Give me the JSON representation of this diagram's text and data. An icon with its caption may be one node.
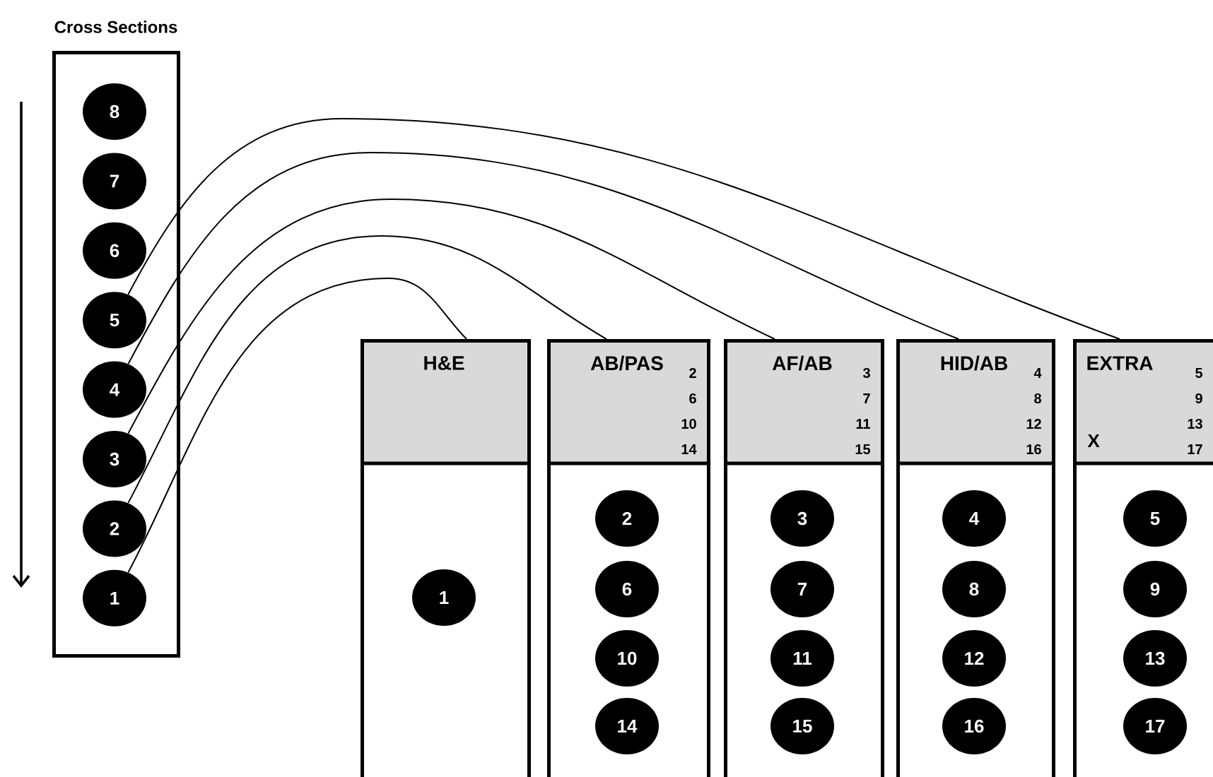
{
  "diagram": {
    "nodes": [
      {
        "text": [
          "Cross Sections"
        ]
      },
      {
        "text": [
          "8"
        ],
        "in": 0
      },
      {
        "text": [
          "7"
        ],
        "in": 0
      },
      {
        "text": [
          "6"
        ],
        "in": 0
      },
      {
        "text": [
          "5"
        ],
        "in": 0
      },
      {
        "text": [
          "4"
        ],
        "in": 0
      },
      {
        "text": [
          "3"
        ],
        "in": 0
      },
      {
        "text": [
          "2"
        ],
        "in": 0
      },
      {
        "text": [
          "1"
        ],
        "in": 0
      },
      {
        "text": [
          "H&E"
        ]
      },
      {
        "text": [
          "1"
        ],
        "in": 9
      },
      {
        "text": [
          "AB/PAS",
          "2",
          "6",
          "10",
          "14"
        ]
      },
      {
        "text": [
          "2"
        ],
        "in": 11
      },
      {
        "text": [
          "6"
        ],
        "in": 11
      },
      {
        "text": [
          "10"
        ],
        "in": 11
      },
      {
        "text": [
          "14"
        ],
        "in": 11
      },
      {
        "text": [
          "AF/AB",
          "3",
          "7",
          "11",
          "15"
        ]
      },
      {
        "text": [
          "3"
        ],
        "in": 16
      },
      {
        "text": [
          "7"
        ],
        "in": 16
      },
      {
        "text": [
          "11"
        ],
        "in": 16
      },
      {
        "text": [
          "15"
        ],
        "in": 16
      },
      {
        "text": [
          "HID/AB",
          "4",
          "8",
          "12",
          "16"
        ]
      },
      {
        "text": [
          "4"
        ],
        "in": 21
      },
      {
        "text": [
          "8"
        ],
        "in": 21
      },
      {
        "text": [
          "12"
        ],
        "in": 21
      },
      {
        "text": [
          "16"
        ],
        "in": 21
      },
      {
        "text": [
          "EXTRA",
          "5",
          "9",
          "13",
          "17",
          "X"
        ]
      },
      {
        "text": [
          "5"
        ],
        "in": 26
      },
      {
        "text": [
          "9"
        ],
        "in": 26
      },
      {
        "text": [
          "13"
        ],
        "in": 26
      },
      {
        "text": [
          "17"
        ],
        "in": 26
      }
    ],
    "edges": [
      {
        "from": 8,
        "to": 9,
        "arrow": "none"
      },
      {
        "from": 7,
        "to": 11,
        "arrow": "none"
      },
      {
        "from": 6,
        "to": 16,
        "arrow": "none"
      },
      {
        "from": 5,
        "to": 21,
        "arrow": "none"
      },
      {
        "from": 4,
        "to": 26,
        "arrow": "none"
      }
    ]
  }
}
